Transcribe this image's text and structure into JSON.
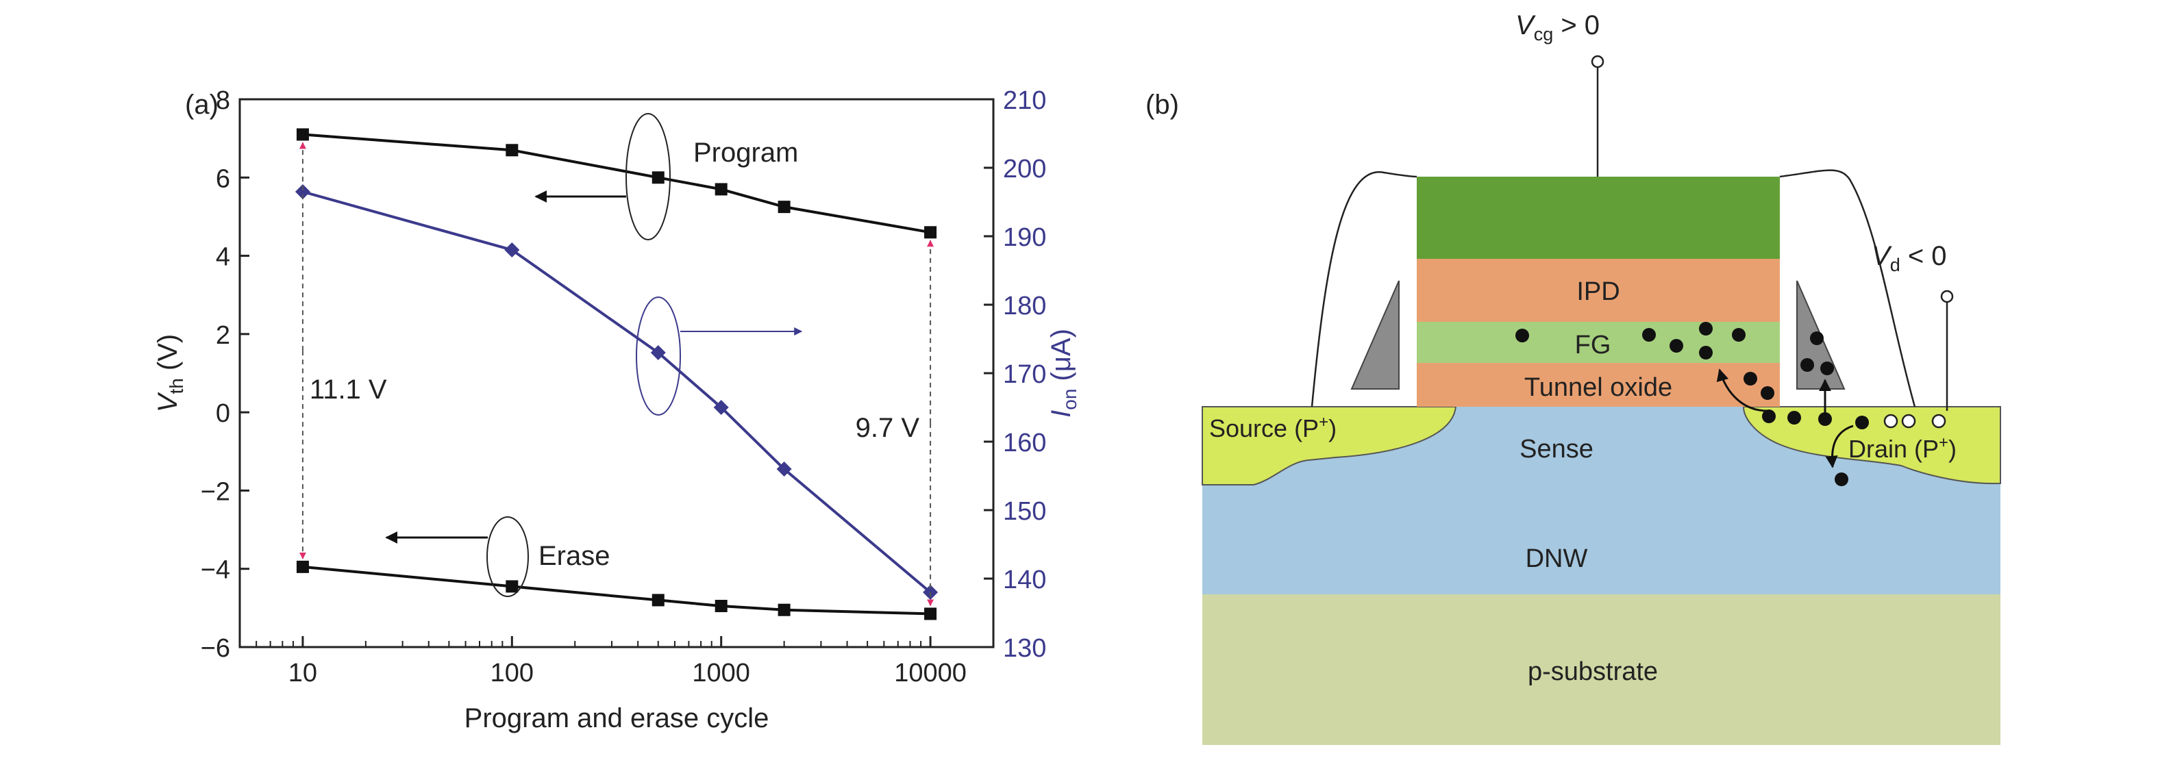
{
  "panel_a": {
    "label": "(a)",
    "chart_data": {
      "type": "line",
      "xscale": "log",
      "xlabel": "Program and erase cycle",
      "xlim": [
        5,
        20000
      ],
      "xticks": [
        10,
        100,
        1000,
        10000
      ],
      "xtick_labels": [
        "10",
        "100",
        "1000",
        "10000"
      ],
      "ylabel_left": {
        "main": "V",
        "sub": "th",
        "tail": " (V)"
      },
      "ylabel_right": {
        "main": "I",
        "sub": "on",
        "tail": " (μA)"
      },
      "ylim_left": [
        -6,
        8
      ],
      "yticks_left": [
        -6,
        -4,
        -2,
        0,
        2,
        4,
        6,
        8
      ],
      "ytick_labels_left": [
        "−6",
        "−4",
        "−2",
        "0",
        "2",
        "4",
        "6",
        "8"
      ],
      "ylim_right": [
        130,
        210
      ],
      "yticks_right": [
        130,
        140,
        150,
        160,
        170,
        180,
        190,
        200,
        210
      ],
      "ytick_labels_right": [
        "130",
        "140",
        "150",
        "160",
        "170",
        "180",
        "190",
        "200",
        "210"
      ],
      "series": [
        {
          "name": "Program",
          "axis": "left",
          "marker": "square",
          "color": "#111111",
          "x": [
            10,
            100,
            500,
            1000,
            2000,
            10000
          ],
          "y": [
            7.1,
            6.7,
            6.0,
            5.7,
            5.25,
            4.6
          ]
        },
        {
          "name": "Erase",
          "axis": "left",
          "marker": "square",
          "color": "#111111",
          "x": [
            10,
            100,
            500,
            1000,
            2000,
            10000
          ],
          "y": [
            -3.95,
            -4.45,
            -4.8,
            -4.95,
            -5.05,
            -5.15
          ]
        },
        {
          "axis": "right",
          "marker": "diamond",
          "color": "#3b3a8c",
          "x": [
            10,
            100,
            500,
            1000,
            2000,
            10000
          ],
          "y": [
            196.5,
            188,
            173,
            165,
            156,
            138
          ]
        }
      ],
      "annotations": [
        {
          "text": "11.1 V",
          "at_x": 10,
          "from": 7.1,
          "to": -3.95
        },
        {
          "text": "9.7 V",
          "at_x": 10000,
          "from": 4.6,
          "to": -5.15
        }
      ],
      "arrow_color": "#e0306a"
    }
  },
  "panel_b": {
    "label": "(b)",
    "vcg_label": {
      "main": "V",
      "sub": "cg",
      "tail": " > 0"
    },
    "vd_label": {
      "main": "V",
      "sub": "d",
      "tail": " < 0"
    },
    "layers": {
      "ipd": "IPD",
      "fg": "FG",
      "tunnel": "Tunnel oxide",
      "source": "Source (P",
      "drain": "Drain (P",
      "plus": "+",
      "sense": "Sense",
      "dnw": "DNW",
      "substrate": "p-substrate"
    },
    "colors": {
      "gate": "#62a037",
      "ipd": "#e9a070",
      "fg": "#a6d07e",
      "tunnel": "#e9a070",
      "pplus": "#d6e85c",
      "sense": "#a6c8e0",
      "substrate": "#cfd7a4",
      "spacer": "#8c8c8c"
    }
  }
}
